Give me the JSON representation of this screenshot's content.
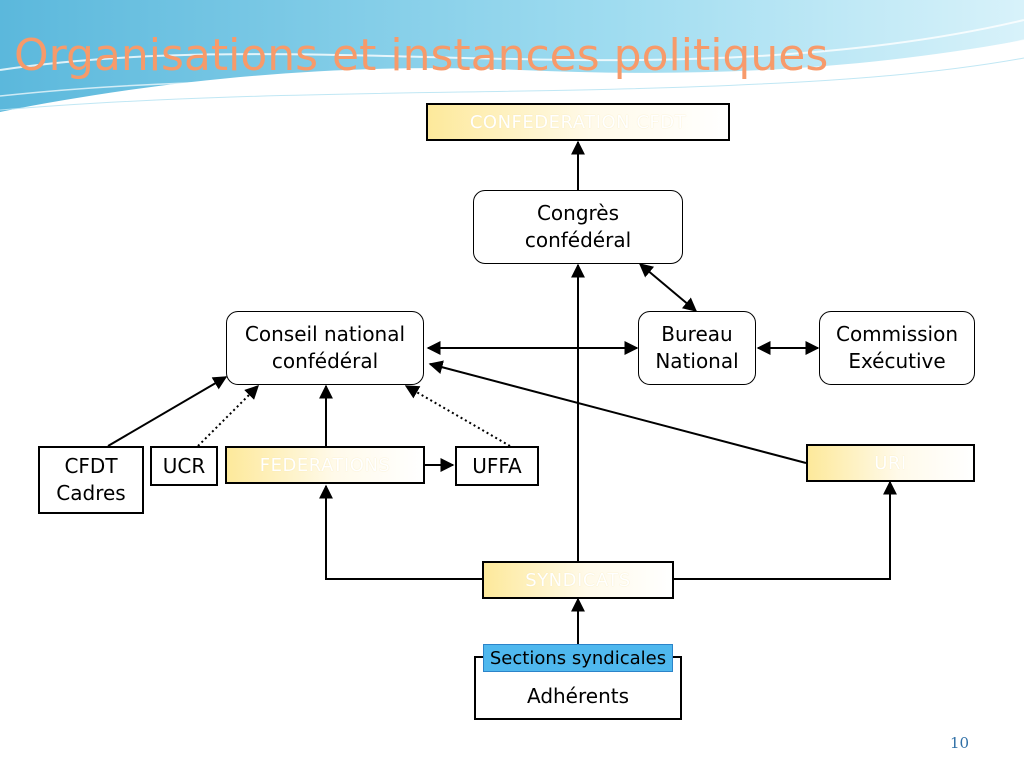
{
  "slide": {
    "title": "Organisations et instances politiques",
    "page_number": "10"
  },
  "nodes": {
    "confederation": "CONFEDERATION CFDT",
    "congres": "Congrès\nconfédéral",
    "conseil": "Conseil national\nconfédéral",
    "bureau": "Bureau\nNational",
    "commission": "Commission\nExécutive",
    "cfdt_cadres": "CFDT\nCadres",
    "ucr": "UCR",
    "federations": "FEDERATIONS",
    "uffa": "UFFA",
    "uri": "URI",
    "syndicats": "SYNDICATS",
    "sections": "Sections syndicales",
    "adherents": "Adhérents"
  },
  "colors": {
    "title": "#f79a6a",
    "highlight_box": "#fde99b",
    "sections_fill": "#4fb8ee",
    "banner": "#7ec8e3"
  }
}
